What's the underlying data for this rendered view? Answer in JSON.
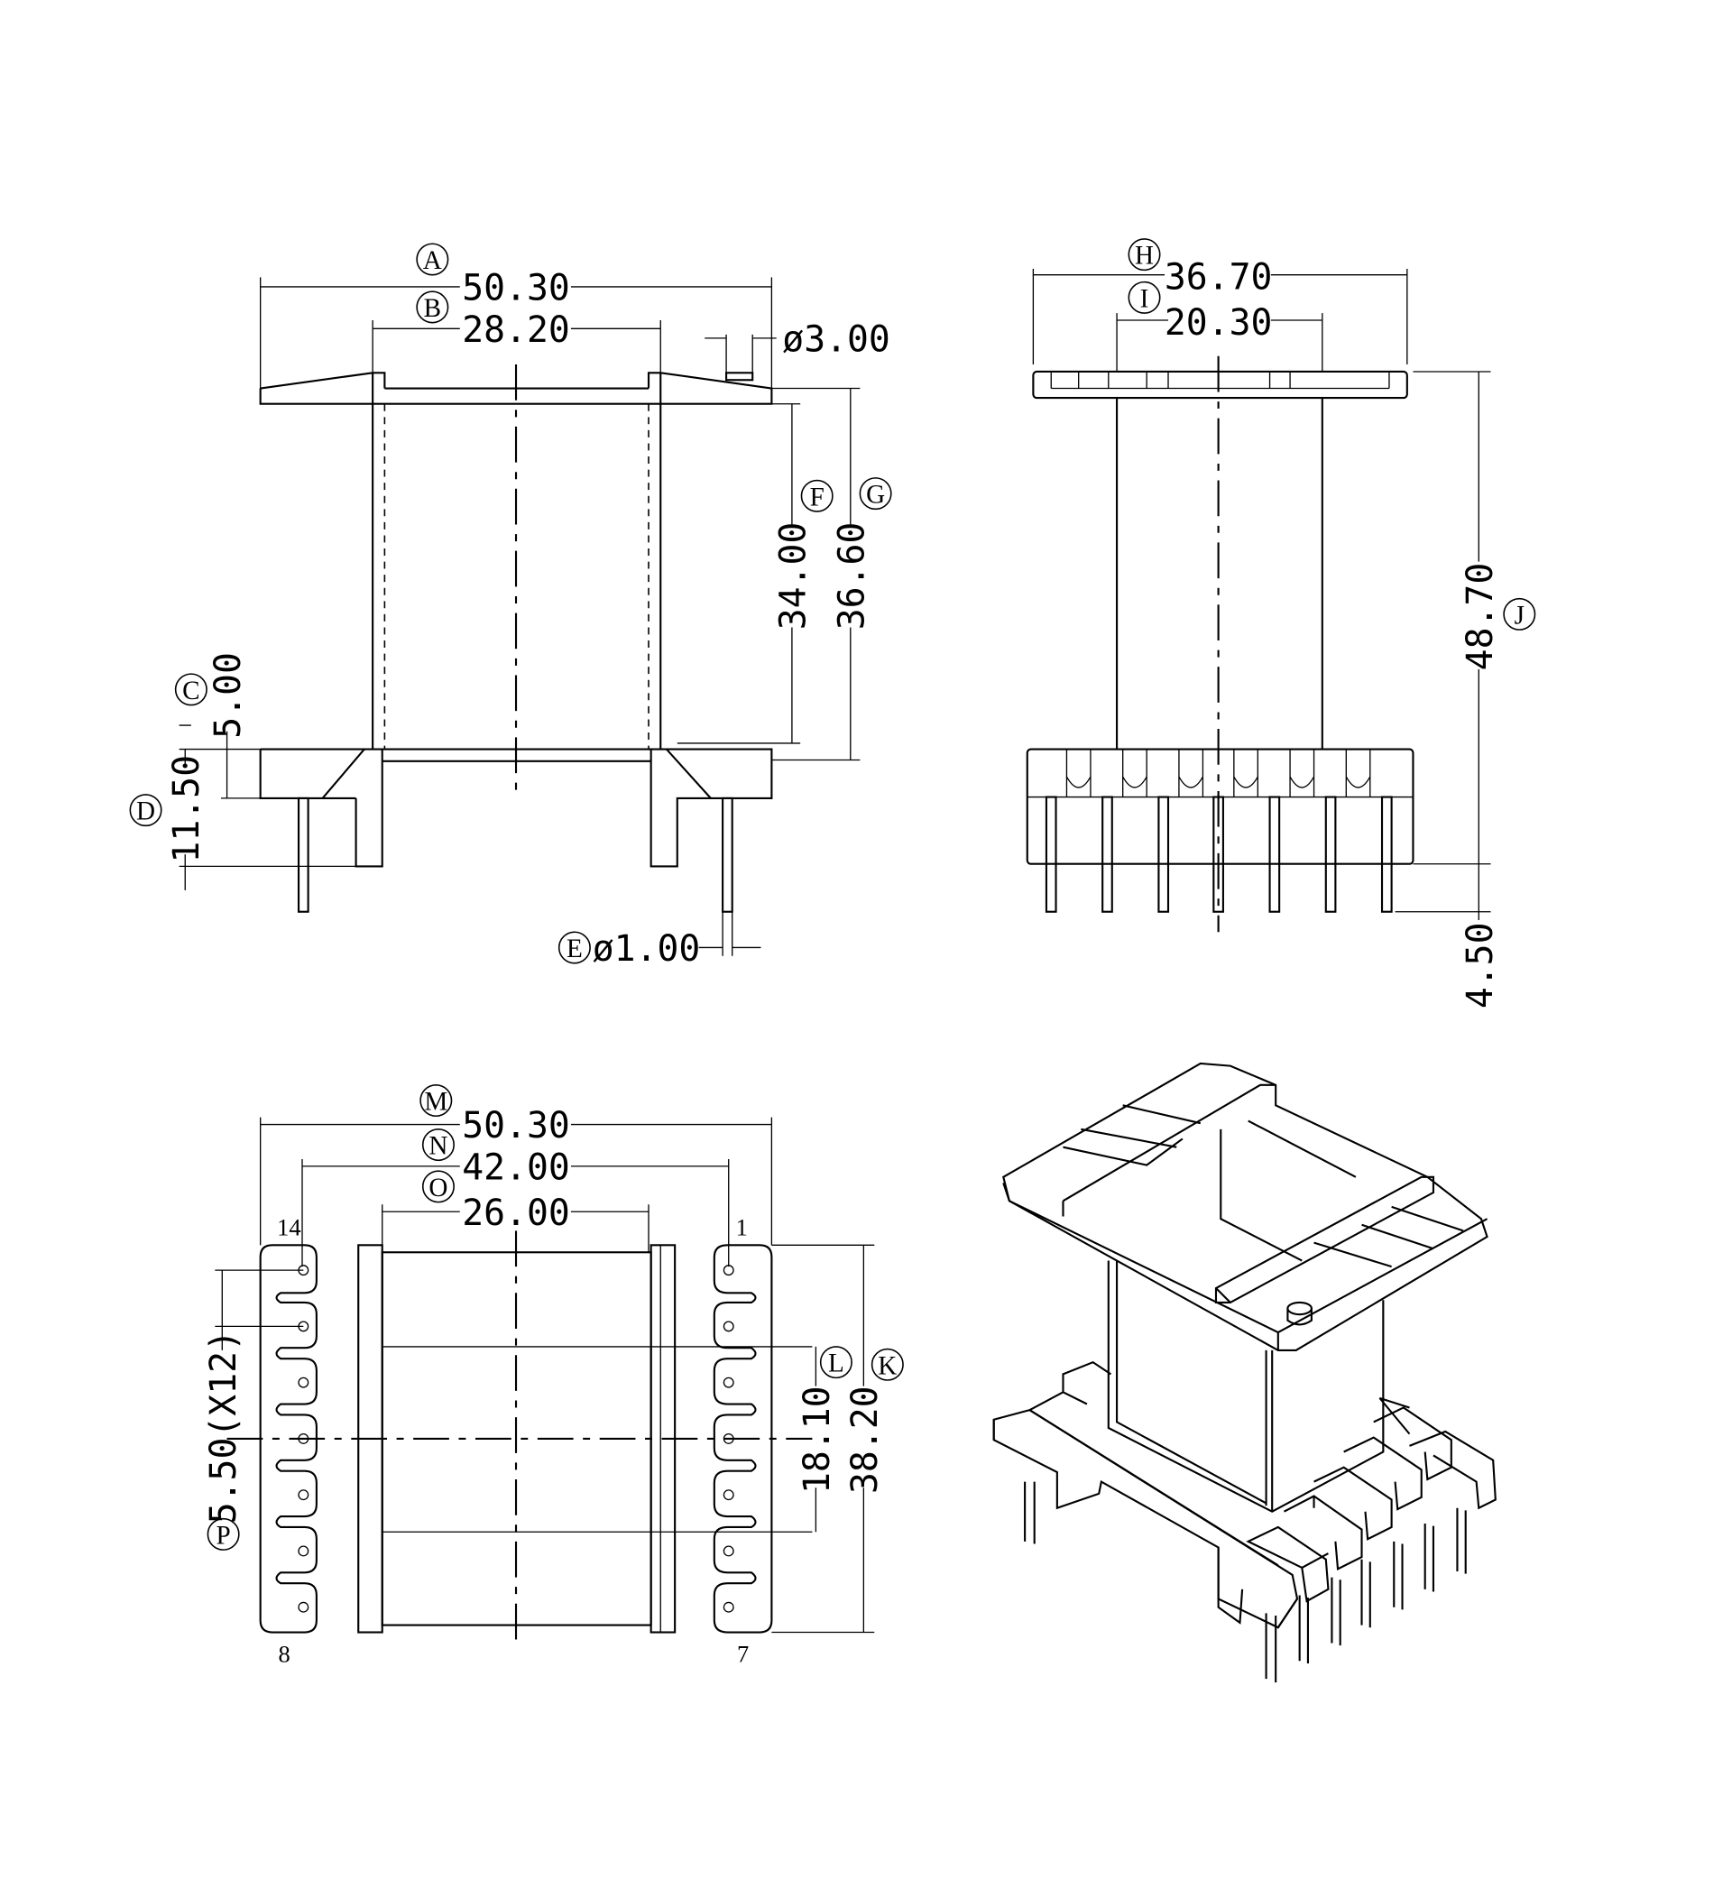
{
  "front_view": {
    "A": {
      "label": "A",
      "value": "50.30"
    },
    "B": {
      "label": "B",
      "value": "28.20"
    },
    "pin_top_dia": {
      "value": "ø3.00"
    },
    "C": {
      "label": "C",
      "value": "5.00"
    },
    "D": {
      "label": "D",
      "value": "11.50"
    },
    "E": {
      "label": "E",
      "value": "ø1.00"
    },
    "F": {
      "label": "F",
      "value": "34.00"
    },
    "G": {
      "label": "G",
      "value": "36.60"
    }
  },
  "side_view": {
    "H": {
      "label": "H",
      "value": "36.70"
    },
    "I": {
      "label": "I",
      "value": "20.30"
    },
    "J": {
      "label": "J",
      "value": "48.70"
    },
    "pin_length": {
      "value": "4.50"
    }
  },
  "bottom_view": {
    "M": {
      "label": "M",
      "value": "50.30"
    },
    "N": {
      "label": "N",
      "value": "42.00"
    },
    "O": {
      "label": "O",
      "value": "26.00"
    },
    "L": {
      "label": "L",
      "value": "18.10"
    },
    "K": {
      "label": "K",
      "value": "38.20"
    },
    "P": {
      "label": "P",
      "value": "5.50(X12)"
    },
    "pins": {
      "top_left": "14",
      "top_right": "1",
      "bottom_left": "8",
      "bottom_right": "7"
    }
  }
}
